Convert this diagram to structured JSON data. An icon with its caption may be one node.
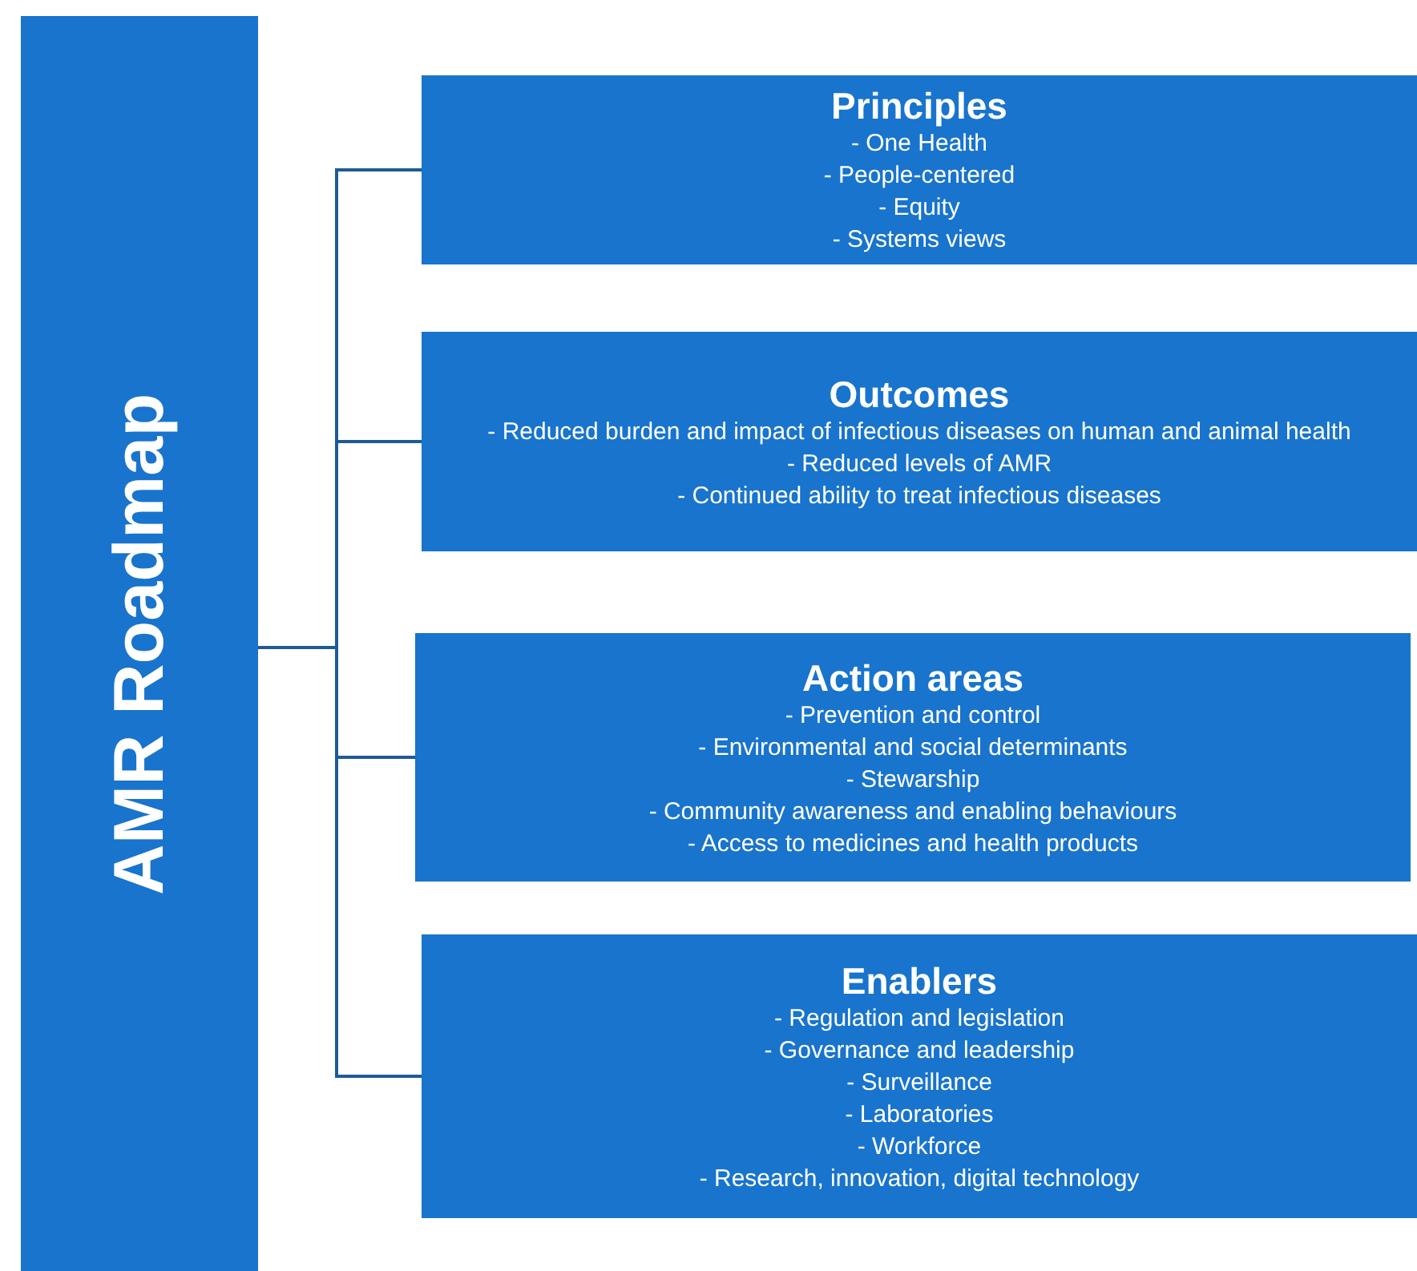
{
  "diagram": {
    "nodes": [
      {
        "text": [
          "AMR Roadmap"
        ]
      },
      {
        "text": [
          "Principles",
          "- One Health",
          "- People-centered",
          "- Equity",
          "- Systems views"
        ]
      },
      {
        "text": [
          "Outcomes",
          "- Reduced burden and impact of infectious diseases on human and animal health",
          "- Reduced levels of AMR",
          "- Continued ability to treat infectious diseases"
        ]
      },
      {
        "text": [
          "Action areas",
          "- Prevention and control",
          "- Environmental and social determinants",
          "- Stewarship",
          "- Community awareness and enabling behaviours",
          "- Access to medicines and health products"
        ]
      },
      {
        "text": [
          "Enablers",
          "- Regulation and legislation",
          "- Governance and leadership",
          "- Surveillance",
          "- Laboratories",
          "- Workforce",
          "- Research, innovation, digital technology"
        ]
      }
    ],
    "edges": [
      {
        "from": 0,
        "to": 1,
        "arrow": "none"
      },
      {
        "from": 0,
        "to": 2,
        "arrow": "none"
      },
      {
        "from": 0,
        "to": 3,
        "arrow": "none"
      },
      {
        "from": 0,
        "to": 4,
        "arrow": "none"
      }
    ]
  }
}
